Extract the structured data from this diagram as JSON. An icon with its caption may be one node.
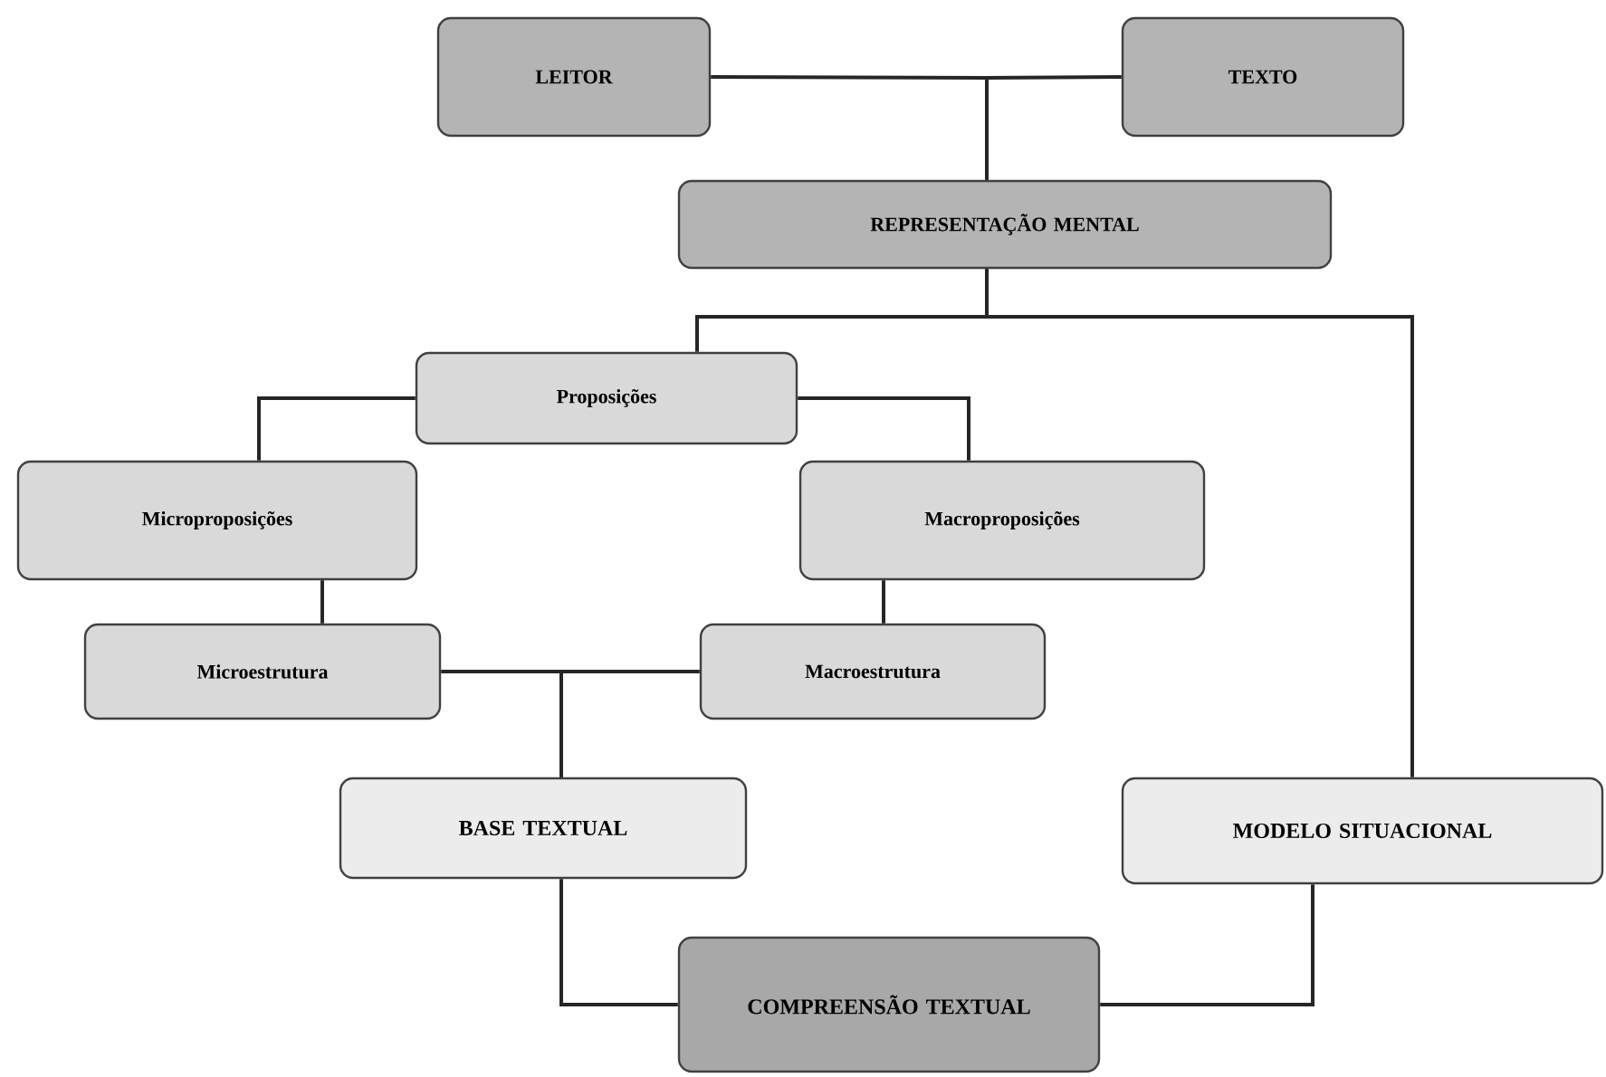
{
  "diagram": {
    "nodes": [
      {
        "text": [
          "LEITOR"
        ]
      },
      {
        "text": [
          "TEXTO"
        ]
      },
      {
        "text": [
          "REPRESENTAÇÃO MENTAL"
        ]
      },
      {
        "text": [
          "Proposições"
        ]
      },
      {
        "text": [
          "Microproposições"
        ]
      },
      {
        "text": [
          "Macroproposições"
        ]
      },
      {
        "text": [
          "Microestrutura"
        ]
      },
      {
        "text": [
          "Macroestrutura"
        ]
      },
      {
        "text": [
          "BASE TEXTUAL"
        ]
      },
      {
        "text": [
          "MODELO SITUACIONAL"
        ]
      },
      {
        "text": [
          "COMPREENSÃO TEXTUAL"
        ]
      }
    ],
    "edges": [
      {
        "from": 0,
        "to": 2,
        "arrow": "none"
      },
      {
        "from": 1,
        "to": 2,
        "arrow": "none"
      },
      {
        "from": 2,
        "to": 3,
        "arrow": "none"
      },
      {
        "from": 2,
        "to": 9,
        "arrow": "none"
      },
      {
        "from": 3,
        "to": 4,
        "arrow": "none"
      },
      {
        "from": 3,
        "to": 5,
        "arrow": "none"
      },
      {
        "from": 4,
        "to": 6,
        "arrow": "none"
      },
      {
        "from": 5,
        "to": 7,
        "arrow": "none"
      },
      {
        "from": 6,
        "to": 8,
        "arrow": "none"
      },
      {
        "from": 7,
        "to": 8,
        "arrow": "none"
      },
      {
        "from": 8,
        "to": 10,
        "arrow": "none"
      },
      {
        "from": 9,
        "to": 10,
        "arrow": "none"
      }
    ]
  }
}
